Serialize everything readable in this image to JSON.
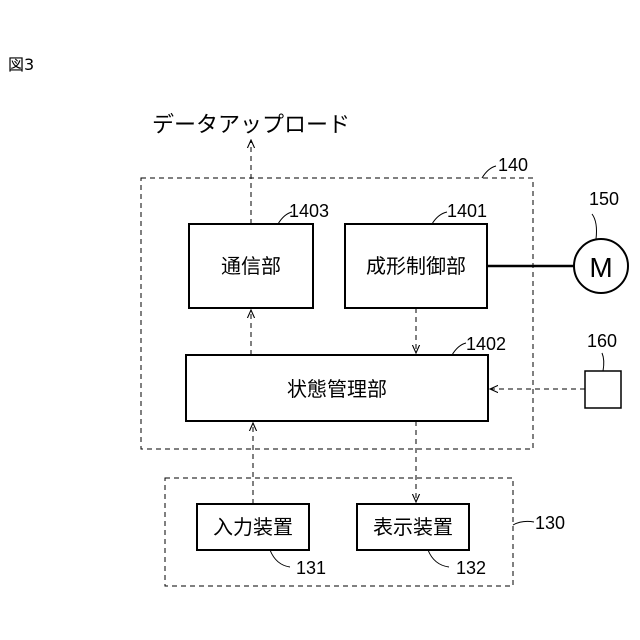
{
  "figure_label": "図3",
  "upload_label": "データアップロード",
  "units": {
    "system": {
      "ref": "140"
    },
    "comm": {
      "name": "通信部",
      "ref": "1403"
    },
    "molding": {
      "name": "成形制御部",
      "ref": "1401"
    },
    "state": {
      "name": "状態管理部",
      "ref": "1402"
    },
    "io": {
      "ref": "130"
    },
    "input": {
      "name": "入力装置",
      "ref": "131"
    },
    "display": {
      "name": "表示装置",
      "ref": "132"
    },
    "motor": {
      "symbol": "M",
      "ref": "150"
    },
    "sensor": {
      "ref": "160"
    }
  }
}
